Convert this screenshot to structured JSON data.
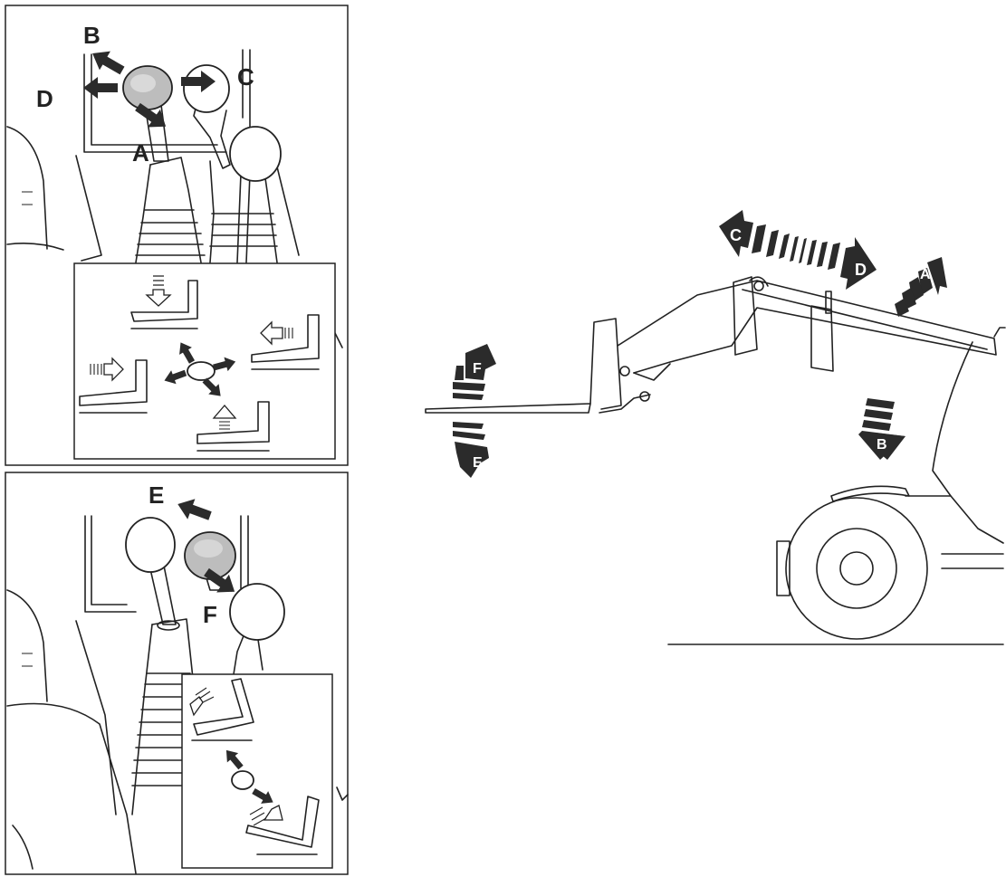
{
  "top_panel": {
    "labels": {
      "a": "A",
      "b": "B",
      "c": "C",
      "d": "D"
    }
  },
  "bottom_panel": {
    "labels": {
      "e": "E",
      "f": "F"
    }
  },
  "machine": {
    "labels": {
      "a": "A",
      "b": "B",
      "c": "C",
      "d": "D",
      "e": "E",
      "f": "F"
    }
  },
  "colors": {
    "ink": "#222222",
    "arrow": "#2b2b2b",
    "knob_active": "#bdbdbd",
    "background": "#ffffff"
  }
}
